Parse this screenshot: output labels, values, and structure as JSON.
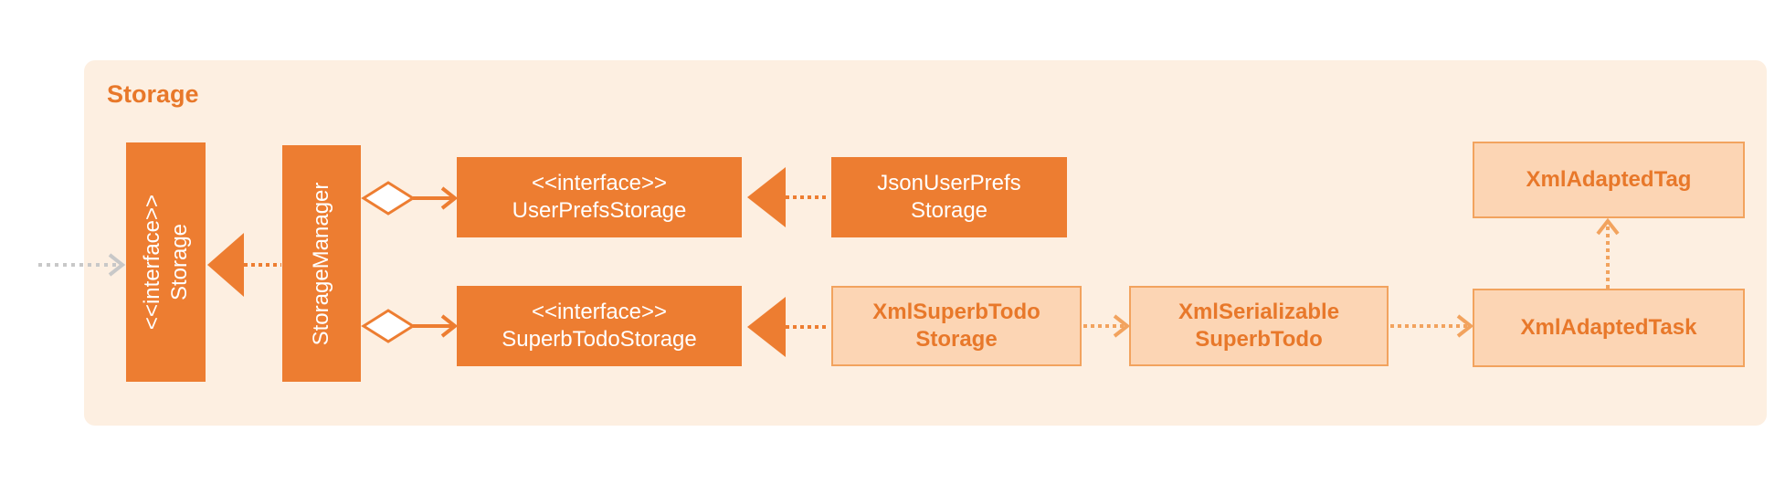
{
  "section": {
    "title": "Storage"
  },
  "boxes": {
    "storage": {
      "line1": "<<interface>>",
      "line2": "Storage"
    },
    "storage_manager": {
      "label": "StorageManager"
    },
    "user_prefs_storage": {
      "line1": "<<interface>>",
      "line2": "UserPrefsStorage"
    },
    "json_user_prefs_storage": {
      "line1": "JsonUserPrefs",
      "line2": "Storage"
    },
    "superb_todo_storage": {
      "line1": "<<interface>>",
      "line2": "SuperbTodoStorage"
    },
    "xml_superb_todo_storage": {
      "line1": "XmlSuperbTodo",
      "line2": "Storage"
    },
    "xml_serializable_superb_todo": {
      "line1": "XmlSerializable",
      "line2": "SuperbTodo"
    },
    "xml_adapted_task": {
      "label": "XmlAdaptedTask"
    },
    "xml_adapted_tag": {
      "label": "XmlAdaptedTag"
    }
  },
  "colors": {
    "solid": "#ed7d31",
    "light_fill": "#fcd5b4",
    "light_border": "#f2a35e",
    "panel": "#fdefe1",
    "incoming_arrow": "#c8c8c8"
  }
}
